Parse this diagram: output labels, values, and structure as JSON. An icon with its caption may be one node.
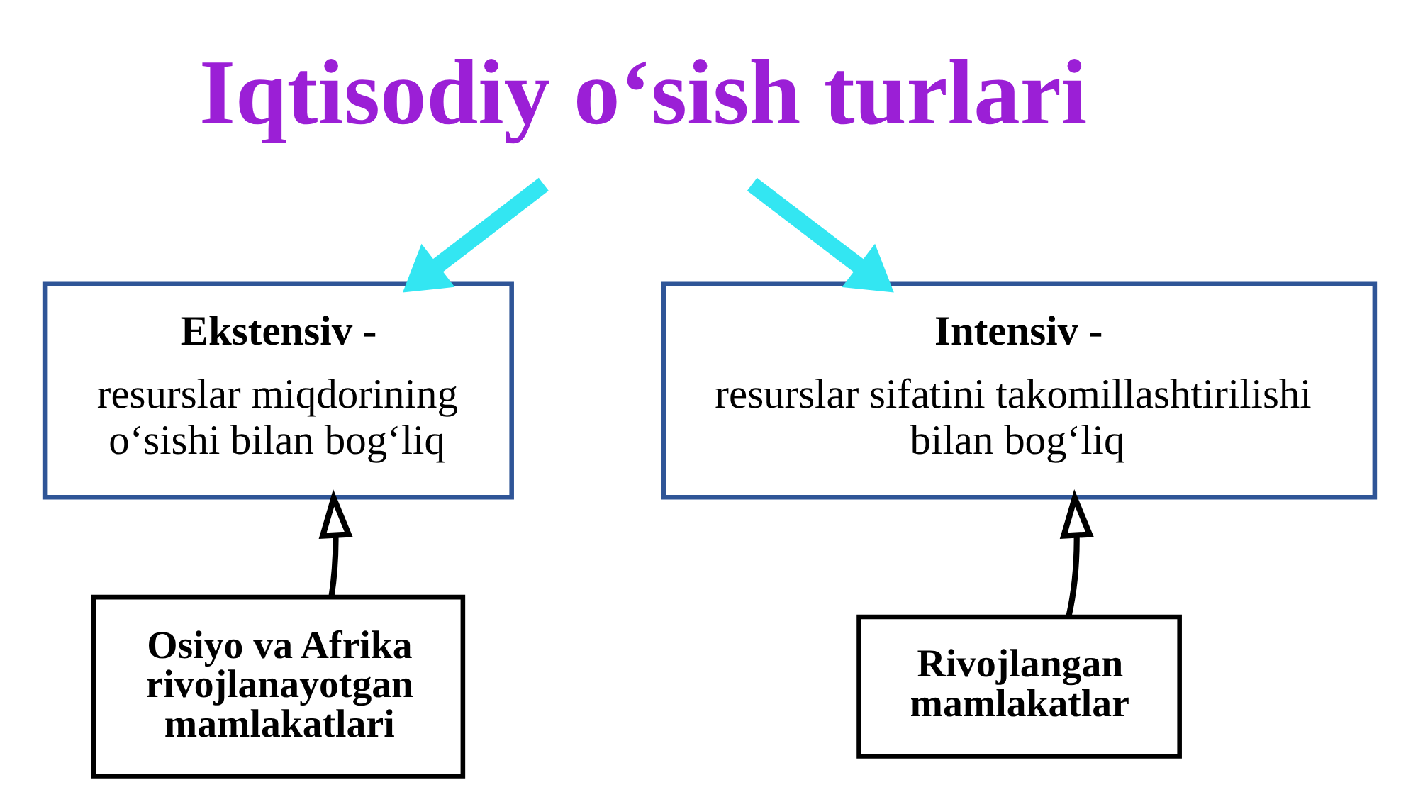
{
  "diagram": {
    "nodes": [
      {
        "text": [
          "Iqtisodiy o‘sish turlari"
        ]
      },
      {
        "text": [
          "Ekstensiv -",
          "resurslar miqdorining o‘sishi bilan bog‘liq"
        ]
      },
      {
        "text": [
          "Intensiv -",
          "resurslar sifatini takomillashtirilishi bilan bog‘liq"
        ]
      },
      {
        "text": [
          "Osiyo va Afrika rivojlanayotgan mamlakatlari"
        ]
      },
      {
        "text": [
          "Rivojlangan mamlakatlar"
        ]
      }
    ],
    "edges": [
      {
        "from": 0,
        "to": 1,
        "arrow": "to",
        "style": "thick",
        "color": "#33e6f2"
      },
      {
        "from": 0,
        "to": 2,
        "arrow": "to",
        "style": "thick",
        "color": "#33e6f2"
      },
      {
        "from": 3,
        "to": 1,
        "arrow": "to",
        "color": "#000000"
      },
      {
        "from": 4,
        "to": 2,
        "arrow": "to",
        "color": "#000000"
      }
    ]
  }
}
